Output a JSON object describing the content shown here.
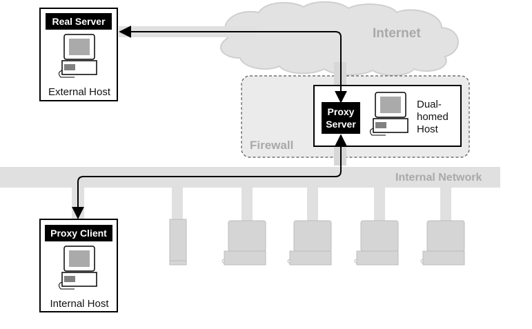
{
  "cloud": {
    "label": "Internet"
  },
  "firewall": {
    "label": "Firewall"
  },
  "network": {
    "label": "Internal Network"
  },
  "real_server": {
    "badge": "Real Server",
    "caption": "External Host"
  },
  "proxy_server": {
    "badge_line1": "Proxy",
    "badge_line2": "Server",
    "caption_line1": "Dual-",
    "caption_line2": "homed",
    "caption_line3": "Host"
  },
  "proxy_client": {
    "badge": "Proxy Client",
    "caption": "Internal Host"
  },
  "colors": {
    "pipe": "#dedede",
    "cloud": "#e2e2e2",
    "device": "#d5d5d5",
    "ink": "#000000",
    "label_grey": "#a9a9a9"
  },
  "icons": [
    "computer-icon",
    "tower-icon",
    "cloud-icon",
    "arrow-icon"
  ]
}
